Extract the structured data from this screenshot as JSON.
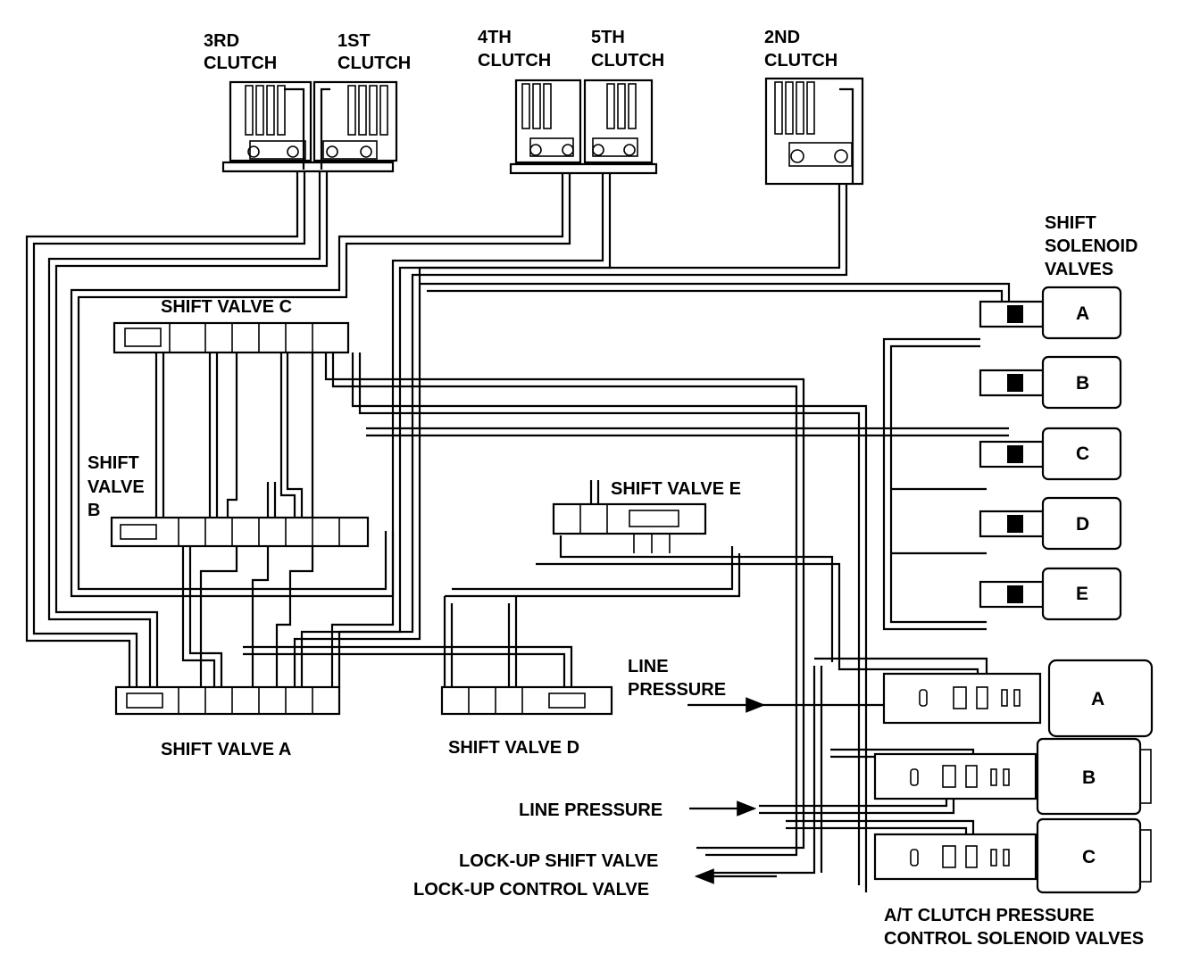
{
  "clutches": {
    "third": [
      "3RD",
      "CLUTCH"
    ],
    "first": [
      "1ST",
      "CLUTCH"
    ],
    "fourth": [
      "4TH",
      "CLUTCH"
    ],
    "fifth": [
      "5TH",
      "CLUTCH"
    ],
    "second": [
      "2ND",
      "CLUTCH"
    ]
  },
  "shift_solenoid_title": [
    "SHIFT",
    "SOLENOID",
    "VALVES"
  ],
  "shift_solenoids": [
    "A",
    "B",
    "C",
    "D",
    "E"
  ],
  "shift_valves": {
    "a": "SHIFT VALVE A",
    "b": [
      "SHIFT",
      "VALVE",
      "B"
    ],
    "c": "SHIFT VALVE C",
    "d": "SHIFT VALVE D",
    "e": "SHIFT VALVE E"
  },
  "line_pressure_1": [
    "LINE",
    "PRESSURE"
  ],
  "line_pressure_2": "LINE PRESSURE",
  "lockup": [
    "LOCK-UP SHIFT VALVE",
    "LOCK-UP CONTROL VALVE"
  ],
  "pressure_control_solenoids": [
    "A",
    "B",
    "C"
  ],
  "pressure_control_title": [
    "A/T CLUTCH PRESSURE",
    "CONTROL SOLENOID VALVES"
  ]
}
